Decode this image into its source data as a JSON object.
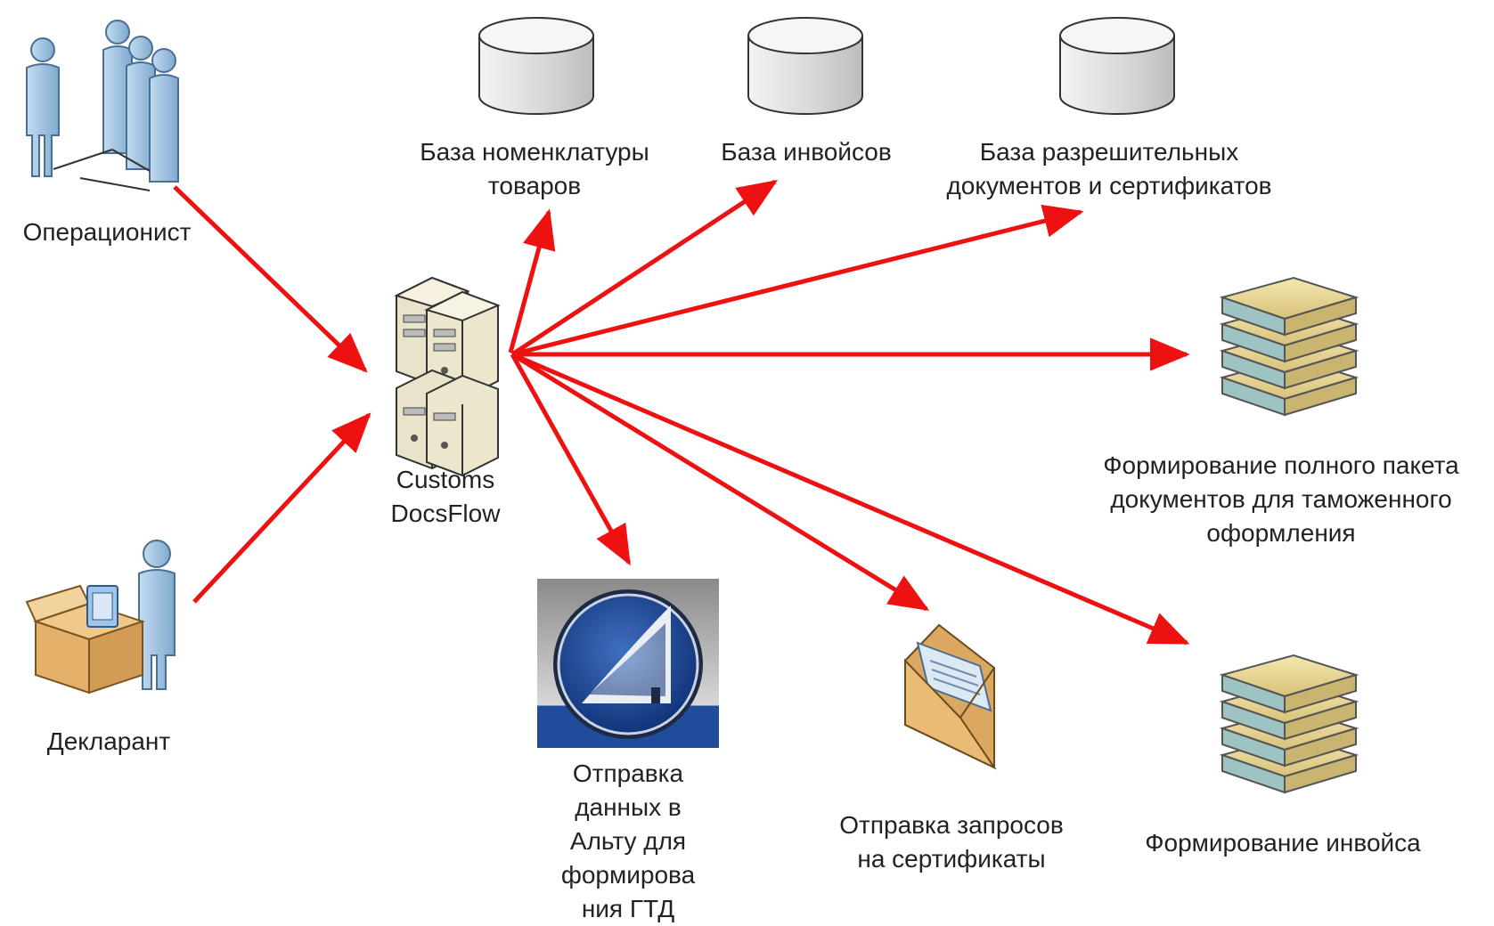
{
  "diagram": {
    "hub": {
      "label": "Customs\nDocsFlow",
      "icon": "server-rack-icon"
    },
    "sources": [
      {
        "id": "operator",
        "label": "Операционист",
        "icon": "user-group-icon"
      },
      {
        "id": "declarant",
        "label": "Декларант",
        "icon": "person-with-package-icon"
      }
    ],
    "targets": [
      {
        "id": "nomenclature-db",
        "label": "База номенклатуры\nтоваров",
        "icon": "database-icon"
      },
      {
        "id": "invoice-db",
        "label": "База инвойсов",
        "icon": "database-icon"
      },
      {
        "id": "permits-db",
        "label": "База разрешительных\nдокументов и сертификатов",
        "icon": "database-icon"
      },
      {
        "id": "full-package",
        "label": "Формирование полного пакета\nдокументов для таможенного\nоформления",
        "icon": "document-stack-icon"
      },
      {
        "id": "alta",
        "label": "Отправка\nданных в\nАльту для\nформирова\nния ГТД",
        "icon": "alta-logo-icon"
      },
      {
        "id": "cert-requests",
        "label": "Отправка запросов\nна сертификаты",
        "icon": "envelope-icon"
      },
      {
        "id": "invoice-gen",
        "label": "Формирование инвойса",
        "icon": "document-stack-icon"
      }
    ],
    "colors": {
      "arrow": "#ee1111",
      "label": "#222222",
      "db_fill": "#dcdcdc",
      "person": "#9cc3e4",
      "book": "#e8d79a"
    }
  }
}
